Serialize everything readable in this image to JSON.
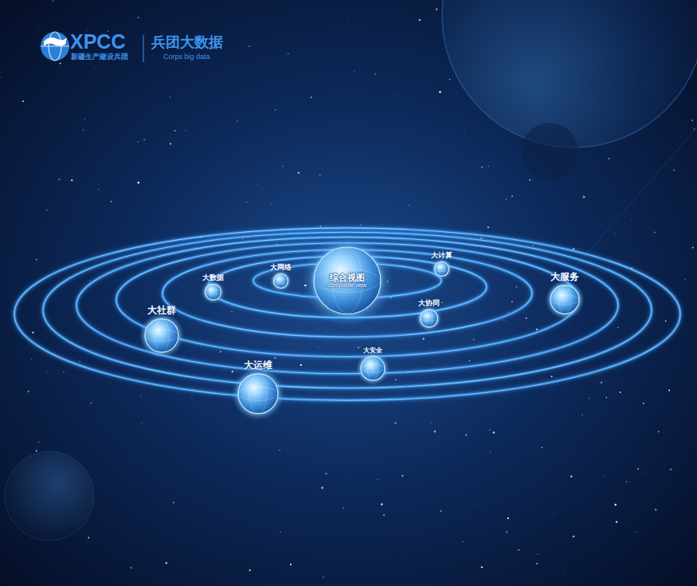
{
  "diagram": {
    "title": "兵团大数据",
    "nodes": [
      {
        "text": [
          "综合视图",
          "composite view"
        ]
      },
      {
        "text": [
          "大计算"
        ]
      },
      {
        "text": [
          "大网络"
        ]
      },
      {
        "text": [
          "大数据"
        ]
      },
      {
        "text": [
          "大服务"
        ]
      },
      {
        "text": [
          "大协同"
        ]
      },
      {
        "text": [
          "大社群"
        ]
      },
      {
        "text": [
          "大安全"
        ]
      },
      {
        "text": [
          "大运维"
        ]
      }
    ],
    "labels": [
      "XPCC",
      "新疆生产建设兵团",
      "Corps big data"
    ]
  }
}
